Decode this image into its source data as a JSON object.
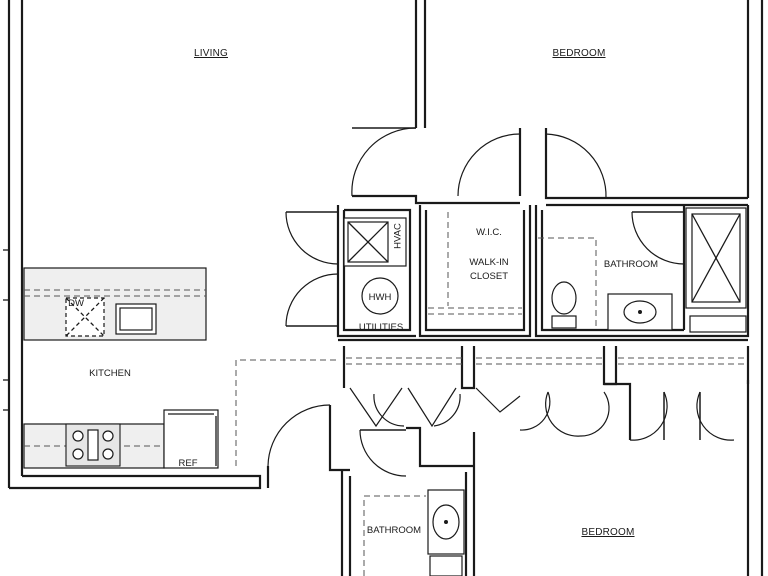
{
  "rooms": {
    "living": "LIVING",
    "bedroom_top": "BEDROOM",
    "kitchen": "KITCHEN",
    "wic_line1": "W.I.C.",
    "wic_line2": "WALK-IN",
    "wic_line3": "CLOSET",
    "bathroom_right": "BATHROOM",
    "utilities": "UTILITIES",
    "bathroom_bottom": "BATHROOM",
    "bedroom_bottom": "BEDROOM"
  },
  "fixtures": {
    "dishwasher": "DW",
    "refrigerator": "REF",
    "hvac": "HVAC",
    "water_heater": "HWH"
  }
}
